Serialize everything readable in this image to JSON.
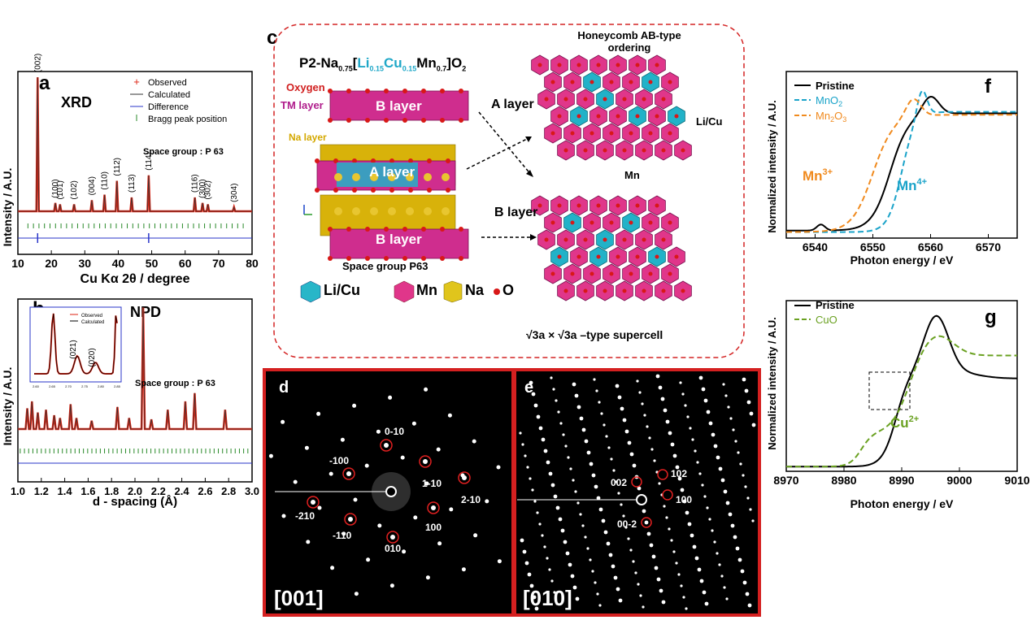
{
  "panel_a": {
    "letter": "a",
    "title": "XRD",
    "ylabel": "Intensity / A.U.",
    "xlabel": "Cu Kα 2θ / degree",
    "xticks": [
      "10",
      "20",
      "30",
      "40",
      "50",
      "60",
      "70",
      "80"
    ],
    "legend": [
      "Observed",
      "Calculated",
      "Difference",
      "Bragg peak position"
    ],
    "space_group": "Space group : P 63",
    "peaks": [
      {
        "label": "(002)",
        "x": 15.9,
        "h": 0.97
      },
      {
        "label": "(100)",
        "x": 21.2,
        "h": 0.06
      },
      {
        "label": "(101)",
        "x": 22.6,
        "h": 0.05
      },
      {
        "label": "(102)",
        "x": 26.8,
        "h": 0.05
      },
      {
        "label": "(004)",
        "x": 32.1,
        "h": 0.08
      },
      {
        "label": "(110)",
        "x": 35.9,
        "h": 0.12
      },
      {
        "label": "(112)",
        "x": 39.6,
        "h": 0.22
      },
      {
        "label": "(113)",
        "x": 44.0,
        "h": 0.1
      },
      {
        "label": "(114)",
        "x": 49.1,
        "h": 0.26
      },
      {
        "label": "(116)",
        "x": 62.9,
        "h": 0.1
      },
      {
        "label": "(300)",
        "x": 65.2,
        "h": 0.06
      },
      {
        "label": "(302)",
        "x": 66.8,
        "h": 0.05
      },
      {
        "label": "(304)",
        "x": 74.6,
        "h": 0.03
      }
    ]
  },
  "panel_b": {
    "letter": "b",
    "title": "NPD",
    "ylabel": "Intensity / A.U.",
    "xlabel": "d - spacing (Å)",
    "xticks": [
      "1.0",
      "1.2",
      "1.4",
      "1.6",
      "1.8",
      "2.0",
      "2.2",
      "2.4",
      "2.6",
      "2.8",
      "3.0"
    ],
    "space_group": "Space group : P 63",
    "inset_legend": [
      "Observed",
      "Calculated"
    ],
    "inset_labels": [
      "(021)",
      "(020)"
    ],
    "inset_xticks": [
      "2.60",
      "2.65",
      "2.70",
      "2.75",
      "2.80",
      "2.85"
    ]
  },
  "panel_c": {
    "letter": "c",
    "formula": {
      "p1": "P2-Na",
      "s1": "0.75",
      "p2": "[",
      "li": "Li",
      "s2": "0.15",
      "cu": "Cu",
      "s3": "0.15",
      "mn": "Mn",
      "s4": "0.7",
      "p3": "]O",
      "s5": "2"
    },
    "labels": {
      "oxygen": "Oxygen",
      "tm_layer": "TM layer",
      "na_layer": "Na layer",
      "b_layer": "B layer",
      "a_layer": "A layer",
      "space_group": "Space group P63",
      "honeycomb_1": "Honeycomb AB-type",
      "honeycomb_2": "ordering",
      "a_layer_side": "A layer",
      "b_layer_side": "B layer",
      "li_cu": "Li/Cu",
      "mn": "Mn",
      "supercell": "√3a × √3a –type supercell"
    },
    "legend": [
      "Li/Cu",
      "Mn",
      "Na",
      "O"
    ]
  },
  "panel_d": {
    "letter": "d",
    "zone": "[001]",
    "spots": [
      "0-10",
      "-100",
      "1-10",
      "2-10",
      "-210",
      "-110",
      "100",
      "010"
    ]
  },
  "panel_e": {
    "letter": "e",
    "zone": "[010]",
    "spots": [
      "002",
      "102",
      "100",
      "00-2"
    ]
  },
  "panel_f": {
    "letter": "f",
    "ylabel": "Normalized intensity / A.U.",
    "xlabel": "Photon energy / eV",
    "xticks": [
      "6540",
      "6550",
      "6560",
      "6570"
    ],
    "legend": [
      "Pristine",
      "MnO",
      "Mn"
    ],
    "legend_subs": [
      "2",
      "2",
      "3"
    ],
    "mn3": "Mn",
    "mn3_sup": "3+",
    "mn4": "Mn",
    "mn4_sup": "4+",
    "colors": {
      "pristine": "#000000",
      "mno2": "#1aa3c9",
      "mn2o3": "#f08a1e"
    }
  },
  "panel_g": {
    "letter": "g",
    "ylabel": "Normalized intensity / A.U.",
    "xlabel": "Photon energy / eV",
    "xticks": [
      "8970",
      "8980",
      "8990",
      "9000",
      "9010"
    ],
    "legend": [
      "Pristine",
      "CuO"
    ],
    "cu2": "Cu",
    "cu2_sup": "2+",
    "colors": {
      "pristine": "#000000",
      "cuo": "#6aa121"
    }
  }
}
